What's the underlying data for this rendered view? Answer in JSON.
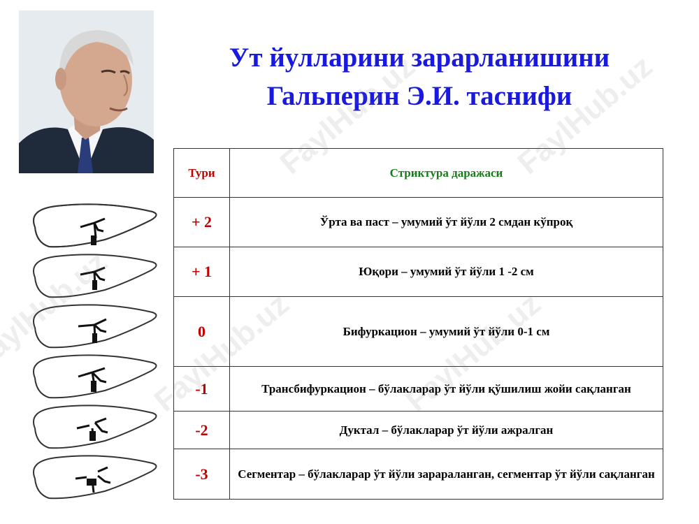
{
  "title": {
    "line1": "Ут йулларини зарарланишини",
    "line2": "Гальперин Э.И. таснифи"
  },
  "table": {
    "header": {
      "type": "Тури",
      "structure": "Стриктура даражаси"
    },
    "rows": [
      {
        "type": "+ 2",
        "desc": "Ўрта ва паст – умумий ўт йўли 2 смдан кўпроқ"
      },
      {
        "type": "+ 1",
        "desc": "Юқори – умумий ўт йўли 1 -2 см"
      },
      {
        "type": "0",
        "desc": "Бифуркацион – умумий ўт йўли 0-1 см"
      },
      {
        "type": "-1",
        "desc": "Трансбифуркацион – бўлакларар ўт йўли қўшилиш жойи сақланган"
      },
      {
        "type": "-2",
        "desc": "Дуктал – бўлакларар ўт йўли ажралган"
      },
      {
        "type": "-3",
        "desc": "Сегментар – бўлакларар ўт йўли зарараланган, сегментар ўт йўли сақланган"
      }
    ]
  },
  "watermark": "FaylHub.uz",
  "colors": {
    "title": "#1a1adf",
    "type": "#c00000",
    "header_structure": "#1a7a1a"
  },
  "icons": {
    "portrait": "portrait-photo",
    "liver": "liver-diagram"
  }
}
